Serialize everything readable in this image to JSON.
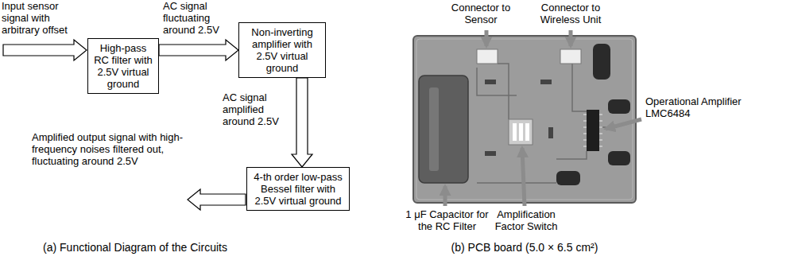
{
  "diagram": {
    "nodes": [
      {
        "text": [
          "High-pass RC filter with 2.5V virtual ground"
        ]
      },
      {
        "text": [
          "Non-inverting amplifier with 2.5V virtual ground"
        ]
      },
      {
        "text": [
          "4-th order low-pass Bessel filter with 2.5V virtual ground"
        ]
      }
    ],
    "edges": [
      {
        "from": 0,
        "to": 1,
        "label": "AC signal fluctuating around 2.5V",
        "arrow": "to"
      },
      {
        "from": 1,
        "to": 2,
        "label": "AC signal amplified around 2.5V",
        "arrow": "to"
      }
    ],
    "labels": [
      "Input sensor signal with arbitrary offset",
      "Amplified output signal with high-frequency noises filtered out, fluctuating around 2.5V",
      "(a) Functional Diagram of the Circuits",
      "Connector to Sensor",
      "Connector to Wireless Unit",
      "Operational Amplifier LMC6484",
      "1 μF Capacitor for the RC Filter",
      "Amplification Factor Switch",
      "(b) PCB board (5.0 × 6.5 cm²)"
    ]
  }
}
